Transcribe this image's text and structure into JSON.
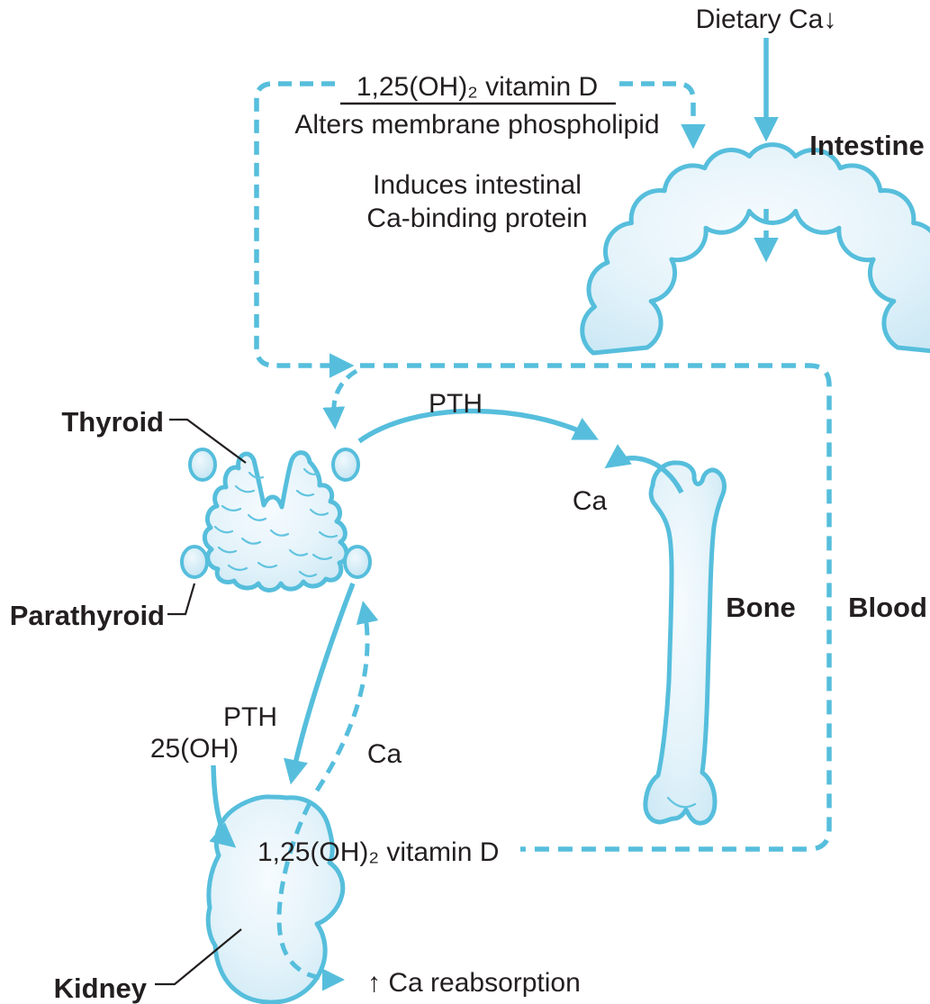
{
  "diagram": {
    "labels": {
      "dietary_ca": "Dietary Ca↓",
      "intestine": "Intestine",
      "vitd_top": "1,25(OH)₂ vitamin D",
      "alters": "Alters membrane phospholipid",
      "induces_line1": "Induces intestinal",
      "induces_line2": "Ca-binding protein",
      "pth_top": "PTH",
      "ca_top": "Ca",
      "thyroid": "Thyroid",
      "parathyroid": "Parathyroid",
      "bone": "Bone",
      "blood": "Blood",
      "pth_lower": "PTH",
      "oh25": "25(OH)",
      "ca_lower": "Ca",
      "vitd_bottom": "1,25(OH)₂ vitamin D",
      "kidney": "Kidney",
      "ca_reabsorption": "↑ Ca reabsorption"
    },
    "colors": {
      "line_blue": "#56BEDC",
      "organ_fill_light": "#E4F3FA",
      "organ_fill_edge": "#C9E7F4",
      "text_black": "#231F20",
      "background": "#FFFFFF"
    }
  }
}
